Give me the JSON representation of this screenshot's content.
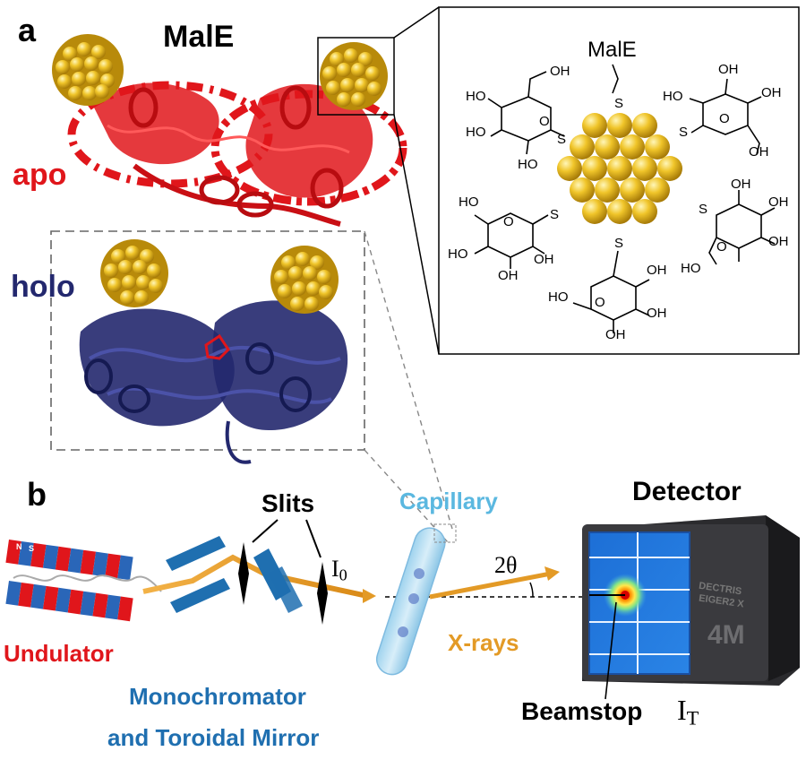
{
  "panel_a": {
    "letter": "a",
    "title": "MalE",
    "apo_label": "apo",
    "holo_label": "holo",
    "inset": {
      "malE_label": "MalE",
      "sulfur_label": "S",
      "hydroxyl_label": "HO",
      "hydroxyl_label_right": "OH",
      "ring_oxygen_label": "O"
    }
  },
  "panel_b": {
    "letter": "b",
    "slits_label": "Slits",
    "i0_main": "I",
    "i0_sub": "0",
    "capillary_label": "Capillary",
    "detector_label": "Detector",
    "angle_label": "2θ",
    "undulator_label": "Undulator",
    "mono_line1": "Monochromator",
    "mono_line2": "and Toroidal Mirror",
    "xrays_label": "X-rays",
    "beamstop_label": "Beamstop",
    "it_main": "I",
    "it_sub": "T",
    "detector_brand_line1": "DECTRIS",
    "detector_brand_line2": "EIGER2 X",
    "detector_model": "4M",
    "magnet_letters": [
      "N",
      "S"
    ]
  },
  "colors": {
    "apo_red": "#e0161b",
    "holo_blue": "#23286e",
    "gold": "#e8b923",
    "capillary_blue": "#5bb8e0",
    "mono_blue": "#1f6fb0",
    "xray_orange": "#e39a26",
    "detector_dark": "#2b2b2e"
  }
}
